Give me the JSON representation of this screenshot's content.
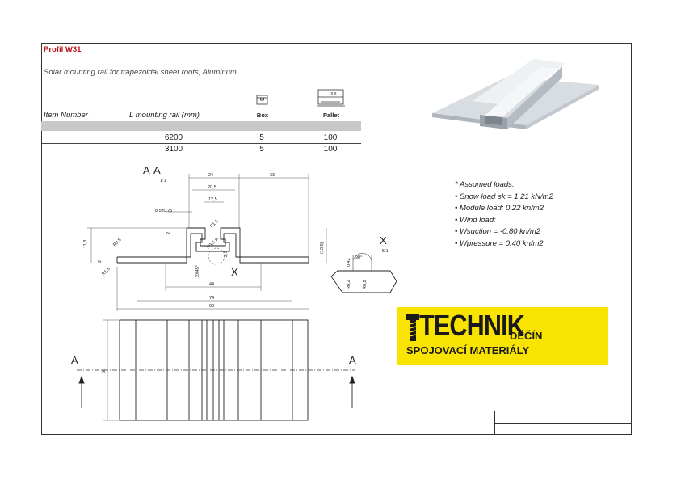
{
  "header": {
    "title": "Profil W31",
    "subtitle": "Solar mounting rail for trapezoidal sheet roofs, Aluminum"
  },
  "table": {
    "col_item": "Item Number",
    "col_length": "L mounting rail (mm)",
    "col_box": "Box",
    "col_pallet": "Pallet",
    "rows": [
      {
        "length": "6200",
        "box": "5",
        "pallet": "100"
      },
      {
        "length": "3100",
        "box": "5",
        "pallet": "100"
      }
    ]
  },
  "drawing": {
    "section_label": "A-A",
    "section_scale": "1:1",
    "detail_label": "X",
    "detail_scale": "5:1",
    "cut_label": "A",
    "dims": {
      "d24": "24",
      "d33": "33",
      "d20_5": "20,5",
      "d12_5": "12,5",
      "d8_5": "8,5±0,25",
      "r1_5a": "R1,5",
      "d2a": "2",
      "d4": "4",
      "d11_8": "11,8",
      "r0_5": "R0,5",
      "d2b": "2",
      "r1_5b": "R1,5",
      "d2x45": "2X45°",
      "d2_3": "2,3",
      "r0_3": "R0,3",
      "d13_8": "(13,8)",
      "d44": "44",
      "d74": "74",
      "d90": "90",
      "d50": "50",
      "d0_42": "0,42",
      "d90deg": "90°",
      "r0_2a": "R0,2",
      "r0_2b": "R0,2"
    }
  },
  "loads": {
    "items": [
      "* Assumed loads:",
      "• Snow load sk = 1.21 kN/m2",
      "• Module load: 0.22 kn/m2",
      "• Wind load:",
      "• Wsuction = -0.80 kn/m2",
      "• Wpressure = 0.40 kn/m2"
    ]
  },
  "logo": {
    "brand": "TECHNIK",
    "city": "DĚČÍN",
    "tagline": "SPOJOVACÍ MATERIÁLY",
    "background": "#f8e400"
  },
  "icons": {
    "box": "box-icon",
    "pallet": "pallet-icon"
  }
}
